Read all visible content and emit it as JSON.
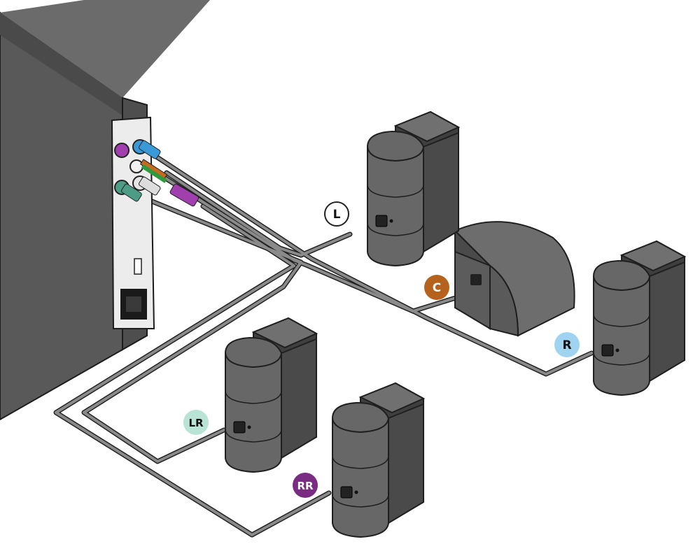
{
  "diagram": {
    "colors": {
      "cable": "#5f5f5f",
      "cable_dark": "#2e2e2e",
      "speaker_front": "#6b6b6b",
      "speaker_side": "#4a4a4a",
      "speaker_top": "#7d7d7d",
      "module_body": "#555555",
      "panel": "#ececec"
    },
    "labels": {
      "L": {
        "text": "L",
        "fill": "#ffffff",
        "text_color": "#111111"
      },
      "C": {
        "text": "C",
        "fill": "#b5621c",
        "text_color": "#ffffff"
      },
      "R": {
        "text": "R",
        "fill": "#9fd3ef",
        "text_color": "#111111"
      },
      "LR": {
        "text": "LR",
        "fill": "#b9e3d4",
        "text_color": "#111111"
      },
      "RR": {
        "text": "RR",
        "fill": "#7a2b82",
        "text_color": "#ffffff"
      }
    },
    "jack_colors": {
      "front_right": "#3a9ad8",
      "rear_right": "#a13fae",
      "rear_left": "#4c9c86",
      "center": "#c46a21",
      "front_left": "#e5e5e5",
      "green": "#2f9a3d"
    }
  }
}
